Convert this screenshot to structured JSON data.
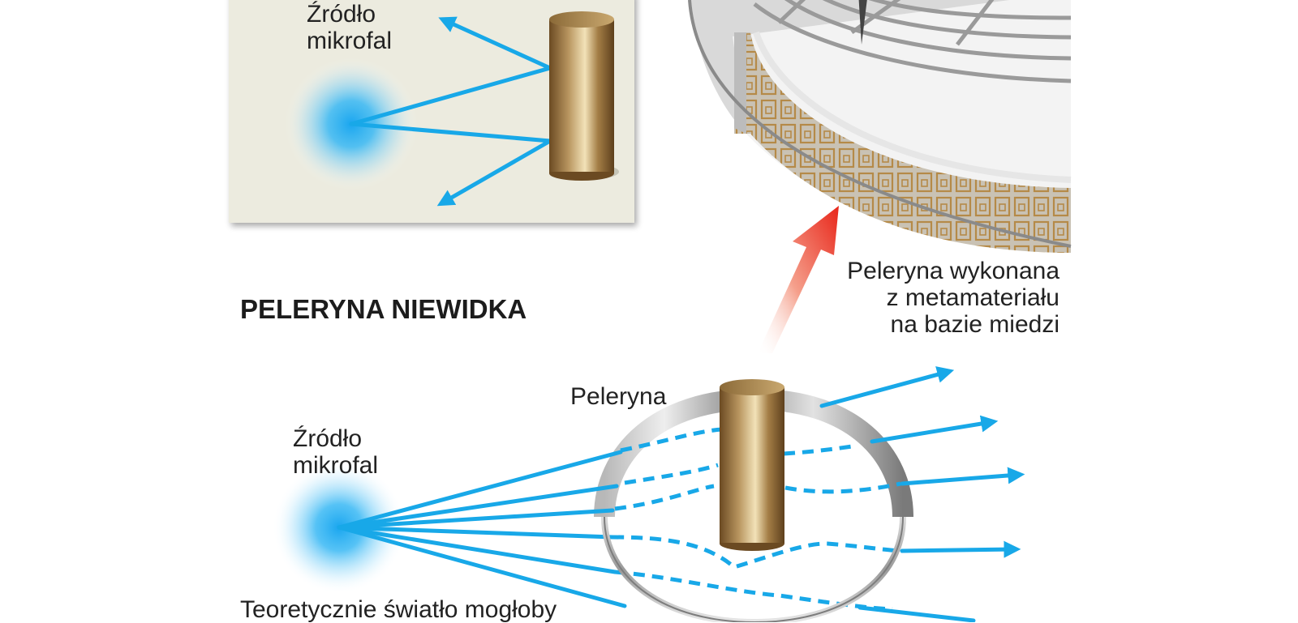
{
  "colors": {
    "ray": "#18a8e8",
    "copper_dark": "#7a5a2c",
    "copper_light": "#f2e2b8",
    "panel_bg": "#ecebdf",
    "arrow_red": "#e8261a",
    "text": "#222222"
  },
  "top_panel": {
    "source_label_lines": [
      "Źródło",
      "mikrofal"
    ]
  },
  "heading": "PELERYNA NIEWIDKA",
  "detail_caption_lines": [
    "Peleryna wykonana",
    "z metamateriału",
    "na bazie miedzi"
  ],
  "cloak_label": "Peleryna",
  "bottom_source_label_lines": [
    "Źródło",
    "mikrofal"
  ],
  "bottom_caption_lines": [
    "Teoretycznie światło mogłoby"
  ]
}
